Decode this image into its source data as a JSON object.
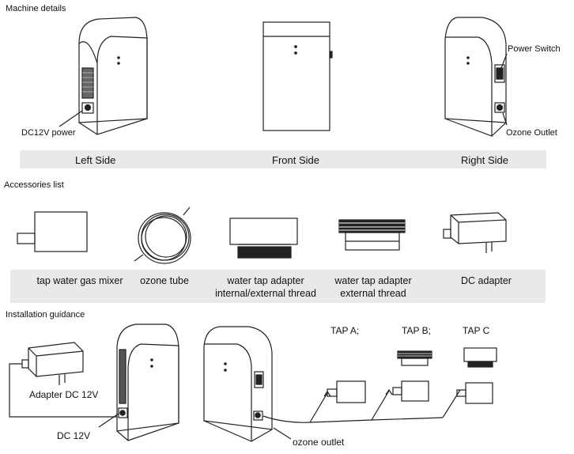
{
  "sections": {
    "machine": "Machine details",
    "accessories": "Accessories list",
    "installation": "Installation guidance"
  },
  "machine": {
    "sides": [
      "Left Side",
      "Front Side",
      "Right Side"
    ],
    "dc_power": "DC12V power",
    "power_switch": "Power Switch",
    "ozone_outlet": "Ozone Outlet"
  },
  "accessories": {
    "items": [
      {
        "line1": "tap water gas mixer",
        "line2": ""
      },
      {
        "line1": "ozone tube",
        "line2": ""
      },
      {
        "line1": "water tap adapter",
        "line2": "internal/external thread"
      },
      {
        "line1": "water tap adapter",
        "line2": "external thread"
      },
      {
        "line1": "DC adapter",
        "line2": ""
      }
    ]
  },
  "installation": {
    "adapter": "Adapter DC 12V",
    "dc12v": "DC 12V",
    "ozone_outlet": "ozone outlet",
    "taps": [
      "TAP A;",
      "TAP B;",
      "TAP C"
    ]
  }
}
